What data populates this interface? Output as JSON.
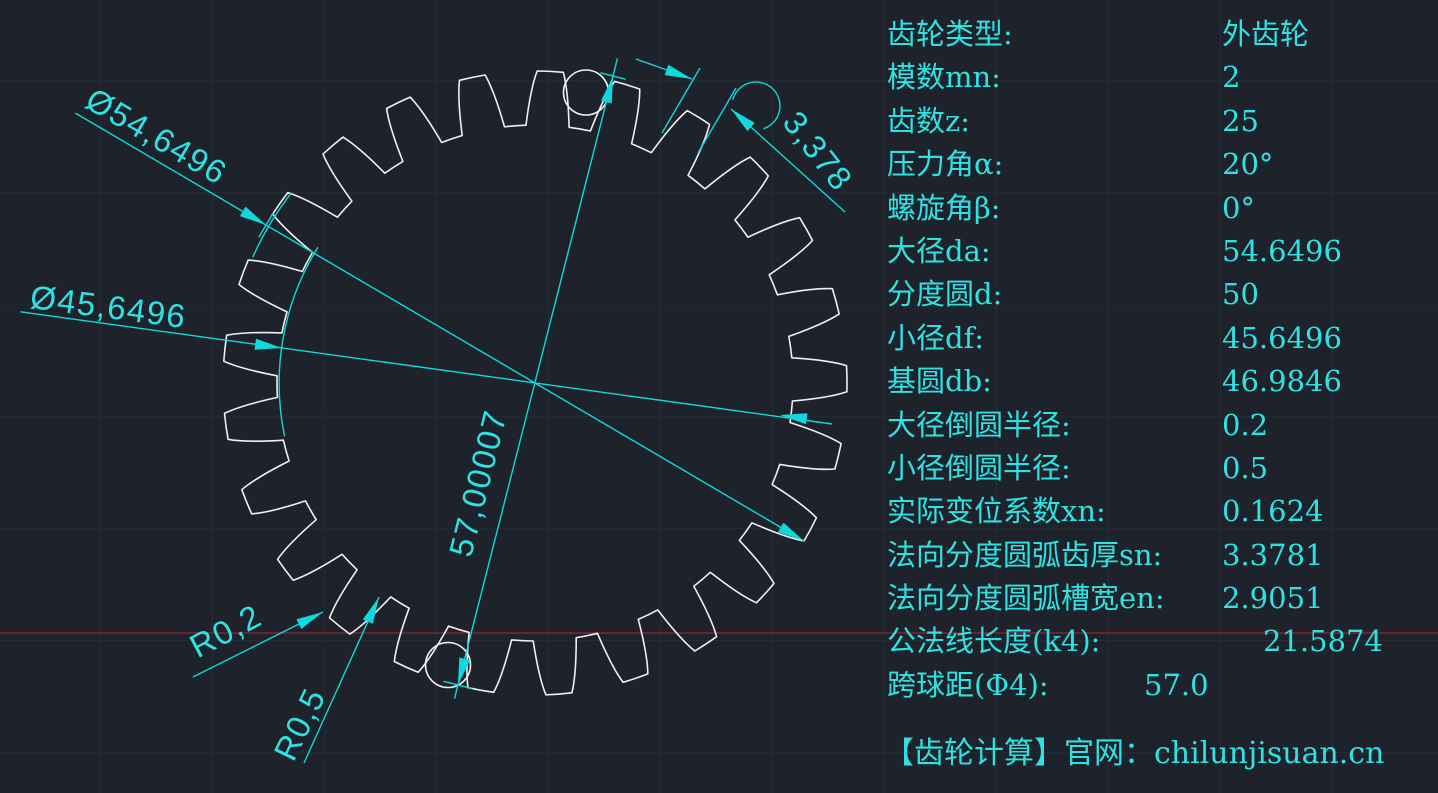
{
  "drawing": {
    "dims": {
      "tip_diameter": "Ø54,6496",
      "root_diameter": "Ø45,6496",
      "span_over_balls": "57,00007",
      "tooth_arc_thickness": "3,378",
      "tip_fillet_radius": "R0,2",
      "root_fillet_radius": "R0,5"
    }
  },
  "table": {
    "rows": [
      {
        "label": "齿轮类型:",
        "value": "外齿轮"
      },
      {
        "label": "模数mn:",
        "value": "2"
      },
      {
        "label": "齿数z:",
        "value": "25"
      },
      {
        "label": "压力角α:",
        "value": "20°"
      },
      {
        "label": "螺旋角β:",
        "value": "0°"
      },
      {
        "label": "大径da:",
        "value": "54.6496"
      },
      {
        "label": "分度圆d:",
        "value": "50"
      },
      {
        "label": "小径df:",
        "value": "45.6496"
      },
      {
        "label": "基圆db:",
        "value": "46.9846"
      },
      {
        "label": "大径倒圆半径:",
        "value": "0.2"
      },
      {
        "label": "小径倒圆半径:",
        "value": "0.5"
      },
      {
        "label": "实际变位系数xn:",
        "value": "0.1624"
      },
      {
        "label": "法向分度圆弧齿厚sn:",
        "value": "3.3781"
      },
      {
        "label": "法向分度圆弧槽宽en:",
        "value": "2.9051"
      },
      {
        "label": "公法线长度(k4):",
        "value": "21.5874"
      },
      {
        "label": "跨球距(Φ4):",
        "value": "57.0"
      }
    ]
  },
  "footer": {
    "text": "【齿轮计算】官网：chilunjisuan.cn"
  }
}
